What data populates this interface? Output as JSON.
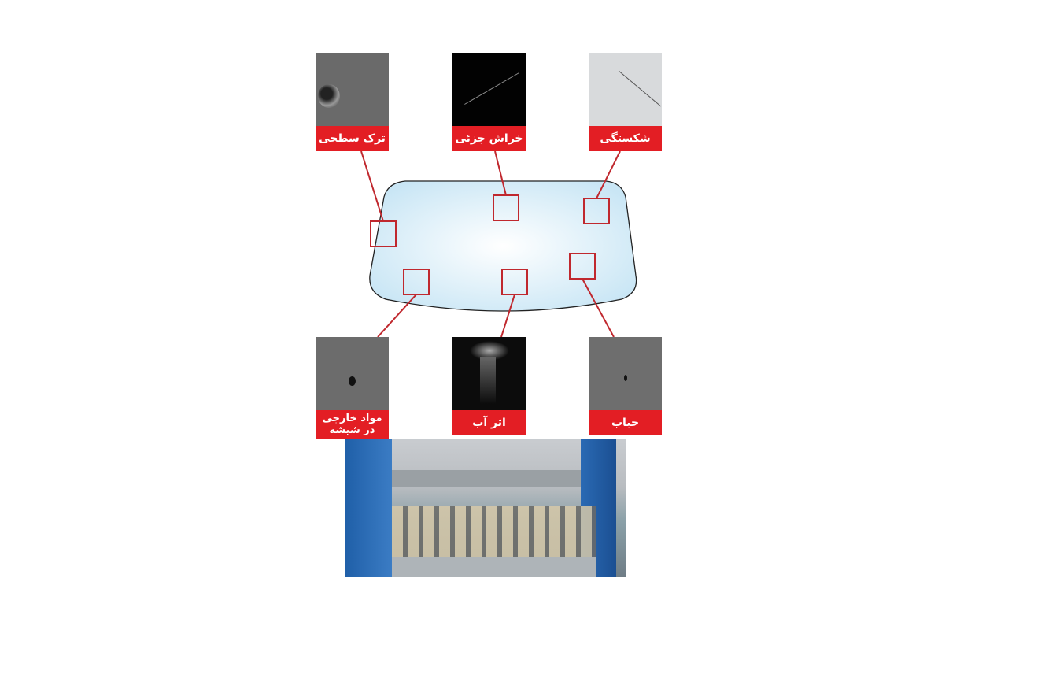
{
  "defects": {
    "surface_crack": "ترک سطحی",
    "minor_scratch": "خراش جزئی",
    "breakage": "شکستگی",
    "foreign_matter": "مواد خارجی در شیشه",
    "water_mark": "اثر آب",
    "bubble": "حباب"
  },
  "colors": {
    "label": "#e31e24",
    "connector": "#c0282e"
  }
}
